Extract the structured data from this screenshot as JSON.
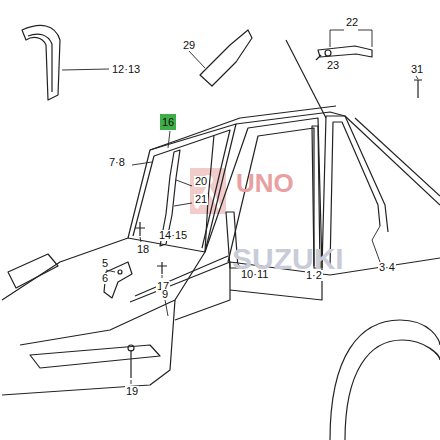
{
  "diagram": {
    "nodes": [
      {
        "text": [
          "16"
        ]
      }
    ],
    "labels": [
      "12·13",
      "29",
      "22",
      "23",
      "31",
      "7·8",
      "20",
      "21",
      "14·15",
      "3·4",
      "5",
      "18",
      "17",
      "10·11",
      "1·2",
      "6",
      "9",
      "19",
      "UNO",
      "SUZUKI"
    ]
  }
}
